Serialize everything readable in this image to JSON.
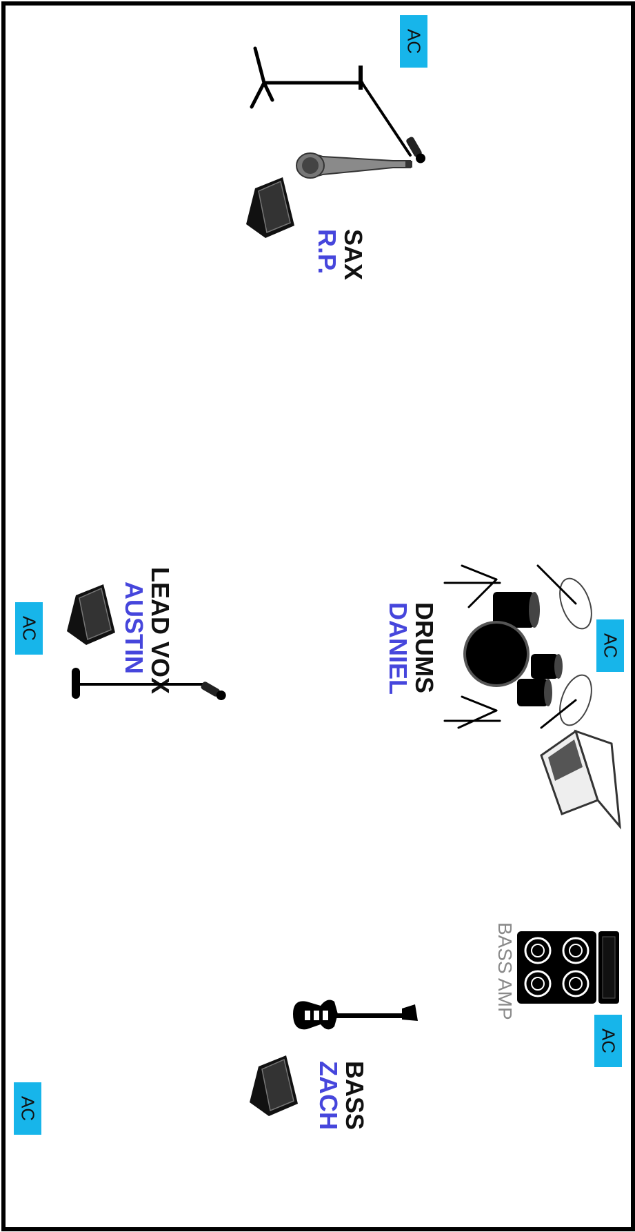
{
  "ac_label": "AC",
  "sax": {
    "role": "SAX",
    "name": "R.P."
  },
  "drums": {
    "role": "DRUMS",
    "name": "DANIEL"
  },
  "vox": {
    "role": "LEAD VOX",
    "name": "AUSTIN"
  },
  "bass": {
    "role": "BASS",
    "name": "ZACH"
  },
  "bass_amp_label": "BASS AMP",
  "colors": {
    "ac_box": "#17b5ea",
    "name_text": "#4646dc",
    "role_text": "#111111",
    "border": "#000000"
  }
}
